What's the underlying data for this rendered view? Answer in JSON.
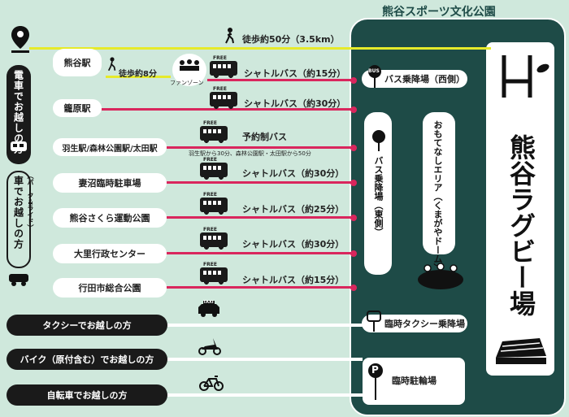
{
  "park": {
    "title": "熊谷スポーツ文化公園"
  },
  "stadium": {
    "name": "熊谷ラグビー場",
    "h_glyph": "H"
  },
  "walk": {
    "label": "徒歩約50分（3.5km）",
    "short_label": "徒歩約8分"
  },
  "sidebar": {
    "train_label": "電車でお越しの方",
    "car_label": "車でお越しの方",
    "park_ride_label": "（パーク＆ライド）"
  },
  "fanzone": {
    "label": "ファンゾーン"
  },
  "bus_tag": {
    "free": "FREE",
    "bus": "BUS"
  },
  "routes": [
    {
      "origin": "熊谷駅",
      "label": "シャトルバス（約15分）"
    },
    {
      "origin": "籠原駅",
      "label": "シャトルバス（約30分）"
    },
    {
      "origin": "羽生駅/森林公園駅/太田駅",
      "label": "予約制バス",
      "note": "羽生駅から30分、森林公園駅・太田駅から50分"
    },
    {
      "origin": "妻沼臨時駐車場",
      "label": "シャトルバス（約30分）"
    },
    {
      "origin": "熊谷さくら運動公園",
      "label": "シャトルバス（約25分）"
    },
    {
      "origin": "大里行政センター",
      "label": "シャトルバス（約30分）"
    },
    {
      "origin": "行田市総合公園",
      "label": "シャトルバス（約15分）"
    }
  ],
  "other_modes": [
    {
      "label": "タクシーでお越しの方",
      "icon": "taxi-icon",
      "sign": "TAXI"
    },
    {
      "label": "バイク（原付含む）でお越しの方",
      "icon": "scooter-icon"
    },
    {
      "label": "自転車でお越しの方",
      "icon": "bicycle-icon"
    }
  ],
  "park_stops": {
    "bus_stop_west": "バス乗降場（西側）",
    "bus_stop_east": "バス乗降場（東側）",
    "omotenashi": "おもてなしエリア（くまがやドーム）",
    "taxi_stop": "臨時タクシー乗降場",
    "parking": "臨時駐輪場",
    "parking_glyph": "P"
  },
  "colors": {
    "background": "#cfe8dc",
    "park": "#1e4b47",
    "shuttle_line": "#d9265d",
    "walk_line": "#e6ea2b",
    "dark": "#1a1a1a"
  }
}
